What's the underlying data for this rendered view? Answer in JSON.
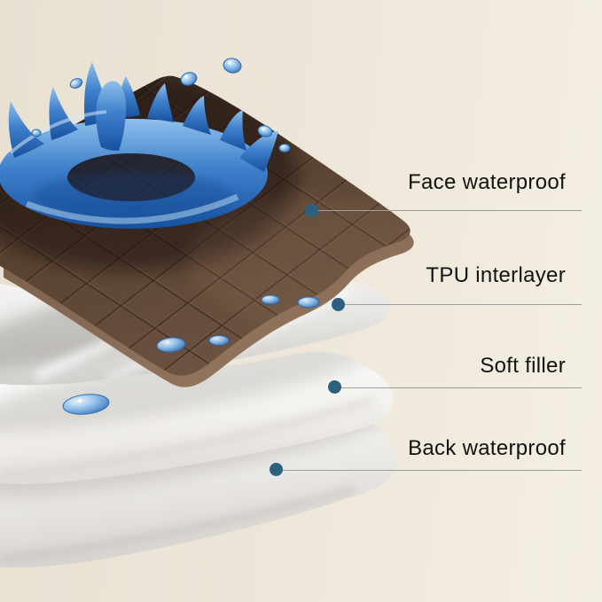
{
  "labels": [
    {
      "id": "face",
      "text": "Face waterproof"
    },
    {
      "id": "tpu",
      "text": "TPU interlayer"
    },
    {
      "id": "soft",
      "text": "Soft filler"
    },
    {
      "id": "back",
      "text": "Back waterproof"
    }
  ],
  "colors": {
    "background_left": "#e8e0d1",
    "background_right": "#f4efe3",
    "leader_dot": "#2d5f7e",
    "leader_line": "#9e9e9e",
    "label_text": "#121212",
    "face_layer_brown": "#56402f",
    "tpu_layer_gray": "#e6e5e3",
    "soft_filler_white": "#f3f1ee",
    "back_layer_white": "#eceae7",
    "water_blue": "#3f80cc"
  }
}
